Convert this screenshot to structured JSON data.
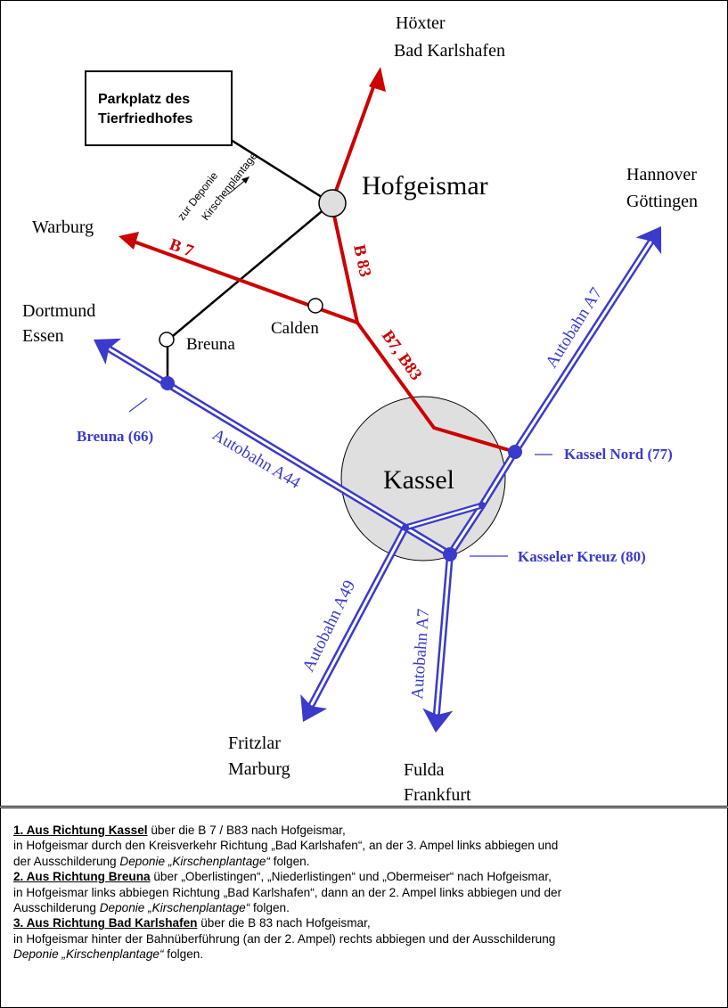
{
  "destinations": {
    "hoexter_1": "Höxter",
    "hoexter_2": "Bad Karlshafen",
    "hannover_1": "Hannover",
    "hannover_2": "Göttingen",
    "warburg": "Warburg",
    "dortmund_1": "Dortmund",
    "dortmund_2": "Essen",
    "fritzlar_1": "Fritzlar",
    "fritzlar_2": "Marburg",
    "fulda_1": "Fulda",
    "fulda_2": "Frankfurt"
  },
  "towns": {
    "hofgeismar": "Hofgeismar",
    "kassel": "Kassel",
    "calden": "Calden",
    "breuna": "Breuna"
  },
  "parking": {
    "line1": "Parkplatz des",
    "line2": "Tierfriedhofes"
  },
  "deponie_sign": {
    "line1": "zur Deponie",
    "line2": "Kirschenplantage"
  },
  "roads": {
    "b7": "B 7",
    "b83": "B 83",
    "b7_b83": "B7, B83",
    "a44": "Autobahn A44",
    "a7_north": "Autobahn A7",
    "a49": "Autobahn A49",
    "a7_south": "Autobahn A7"
  },
  "exits": {
    "breuna": "Breuna (66)",
    "kassel_nord": "Kassel Nord (77)",
    "kasseler_kreuz": "Kasseler Kreuz (80)"
  },
  "directions": [
    {
      "heading": "1. Aus Richtung Kassel",
      "line1": " über die B 7 / B83 nach Hofgeismar,",
      "line2": "in Hofgeismar durch den Kreisverkehr Richtung „Bad Karlshafen“, an der 3. Ampel links abbiegen und",
      "line3": "der Ausschilderung ",
      "italic": "Deponie „Kirschenplantage“",
      "end": " folgen."
    },
    {
      "heading": "2. Aus Richtung Breuna",
      "line1": " über „Oberlistingen“, „Niederlistingen“ und „Obermeiser“ nach Hofgeismar,",
      "line2": "in Hofgeismar links abbiegen Richtung „Bad Karlshafen“, dann an der 2. Ampel links abbiegen und der",
      "line3": "Ausschilderung ",
      "italic": "Deponie „Kirschenplantage“",
      "end": " folgen."
    },
    {
      "heading": "3. Aus Richtung Bad Karlshafen",
      "line1": " über die B 83 nach Hofgeismar,",
      "line2": "in Hofgeismar hinter der Bahnüberführung (an der 2. Ampel) rechts abbiegen und der Ausschilderung",
      "line3": "",
      "italic": "Deponie „Kirschenplantage“",
      "end": " folgen."
    }
  ],
  "colors": {
    "road_red": "#cc0000",
    "autobahn_blue": "#3a3acc",
    "city_fill": "#e0dfe0"
  }
}
